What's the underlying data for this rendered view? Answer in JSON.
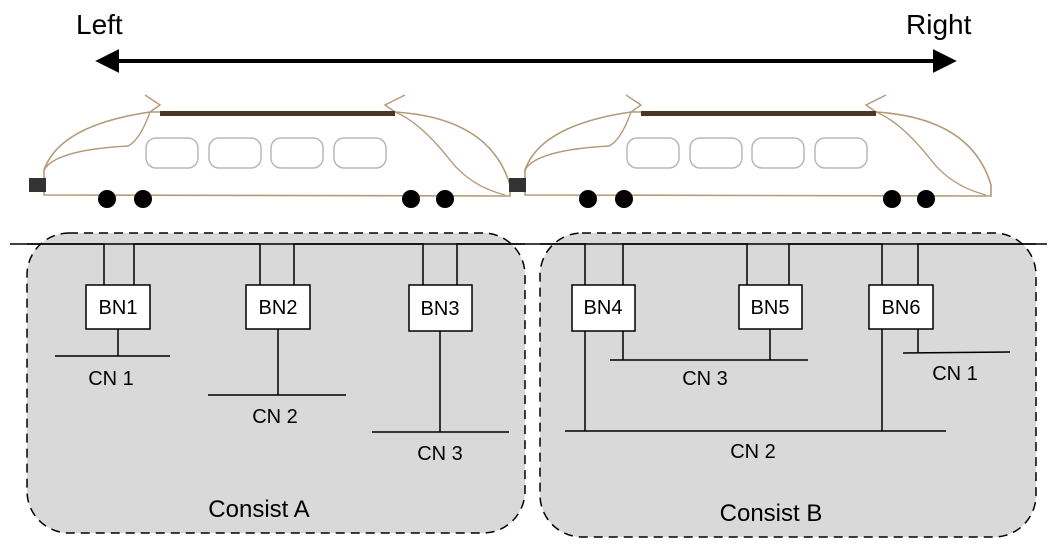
{
  "direction": {
    "left_label": "Left",
    "right_label": "Right"
  },
  "consists": [
    {
      "label": "Consist A"
    },
    {
      "label": "Consist B"
    }
  ],
  "bus_nodes": [
    "BN1",
    "BN2",
    "BN3",
    "BN4",
    "BN5",
    "BN6"
  ],
  "consist_networks": {
    "a_cn1": "CN 1",
    "a_cn2": "CN 2",
    "a_cn3": "CN 3",
    "b_cn3": "CN 3",
    "b_cn1": "CN 1",
    "b_cn2": "CN 2"
  },
  "colors": {
    "region_fill": "#d9d9d9",
    "train_outline": "#b49a78",
    "train_roof_bar": "#4a3622"
  }
}
